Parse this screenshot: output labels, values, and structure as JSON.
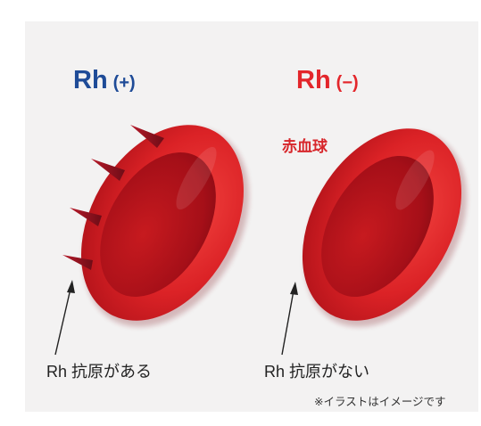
{
  "rh_positive": {
    "prefix": "Rh",
    "sign": "(+)"
  },
  "rh_negative": {
    "prefix": "Rh",
    "sign": "(−)"
  },
  "rbc_label": "赤血球",
  "antigen_present": "Rh 抗原がある",
  "antigen_absent": "Rh 抗原がない",
  "note": "※イラストはイメージです",
  "colors": {
    "rh_positive": "#1e4b97",
    "rh_negative": "#e3262b",
    "cell": "#d7262b",
    "antigen": "#8e1220",
    "panel": "#f3f2f2"
  },
  "icons": [
    "red-blood-cell-rh-positive",
    "red-blood-cell-rh-negative",
    "rh-antigen-spike"
  ]
}
